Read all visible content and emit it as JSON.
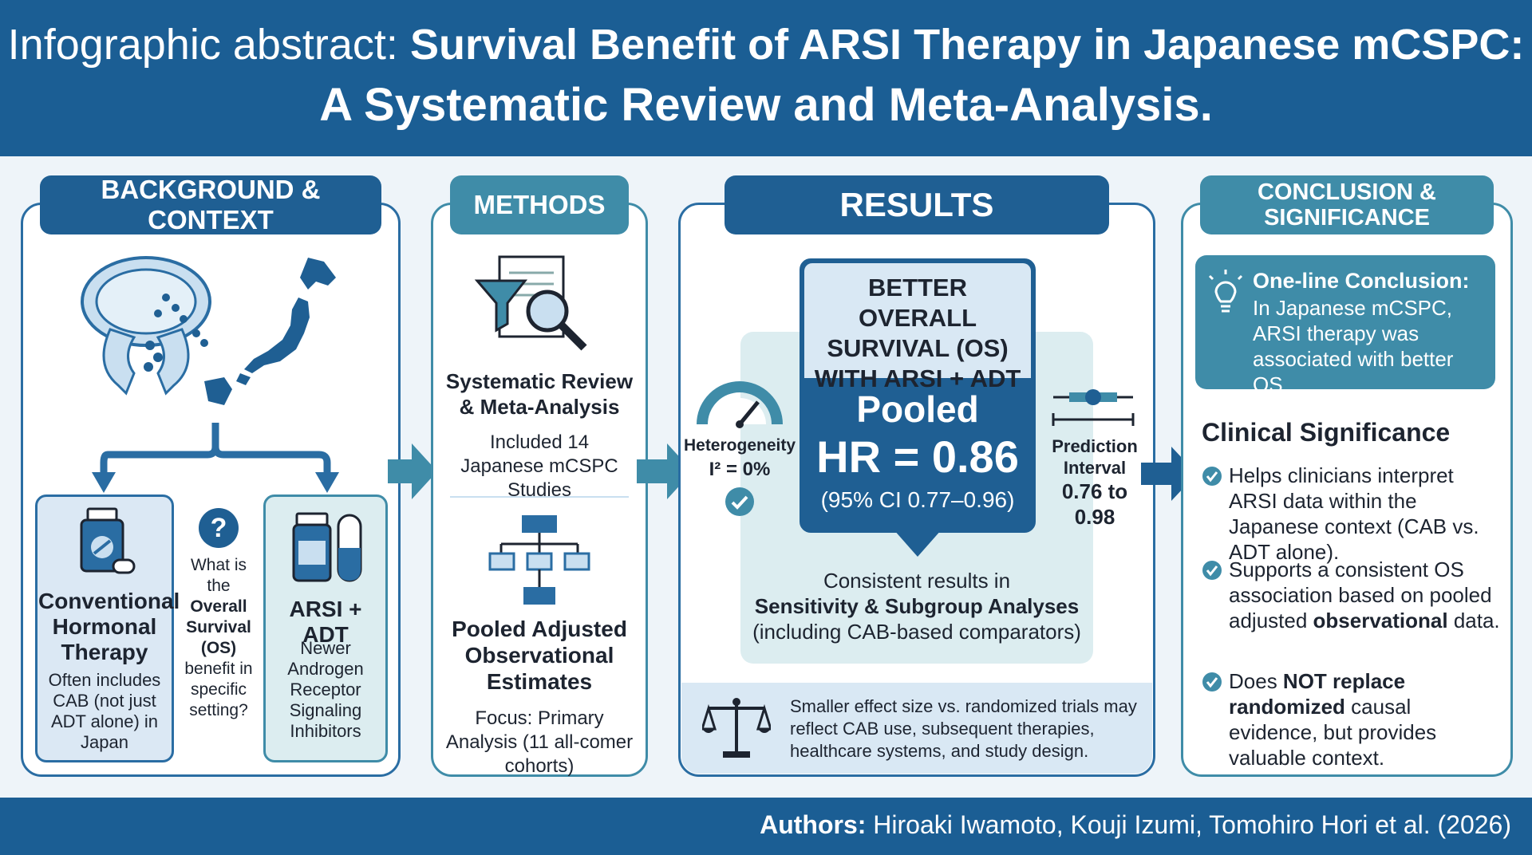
{
  "header": {
    "title_light": "Infographic abstract: ",
    "title_bold": "Survival Benefit of ARSI Therapy in Japanese mCSPC:",
    "title_line2": "A Systematic Review and Meta-Analysis."
  },
  "background": {
    "title": "BACKGROUND & CONTEXT",
    "conventional": {
      "title": "Conventional Hormonal Therapy",
      "desc": "Often includes CAB (not just ADT alone) in Japan"
    },
    "question": {
      "symbol": "?",
      "pre": "What is the",
      "bold": "Overall Survival (OS)",
      "post": "benefit in specific setting?"
    },
    "arsi": {
      "title": "ARSI + ADT",
      "desc": "Newer Androgen Receptor Signaling Inhibitors"
    }
  },
  "methods": {
    "title": "METHODS",
    "review_title": "Systematic Review & Meta-Analysis",
    "review_desc": "Included 14 Japanese mCSPC Studies",
    "pooled_title": "Pooled Adjusted Observational Estimates",
    "pooled_desc": "Focus: Primary Analysis (11 all-comer cohorts)"
  },
  "results": {
    "title": "RESULTS",
    "banner": "BETTER OVERALL SURVIVAL (OS) WITH ARSI + ADT",
    "pooled_label": "Pooled",
    "hr": "HR = 0.86",
    "ci": "(95% CI 0.77–0.96)",
    "heterogeneity_label": "Heterogeneity",
    "heterogeneity_value": "I² = 0%",
    "prediction_label": "Prediction Interval",
    "prediction_value": "0.76 to 0.98",
    "consistent_pre": "Consistent results in",
    "consistent_bold": "Sensitivity & Subgroup Analyses",
    "consistent_post": "(including CAB-based comparators)",
    "note": "Smaller effect size vs. randomized trials may reflect CAB use, subsequent therapies, healthcare systems, and study design."
  },
  "conclusion": {
    "title": "CONCLUSION & SIGNIFICANCE",
    "oneline_title": "One-line Conclusion:",
    "oneline_text": "In Japanese mCSPC, ARSI therapy was associated with better OS.",
    "clinical_title": "Clinical Significance",
    "bullet1": "Helps clinicians interpret ARSI data within the Japanese context (CAB vs. ADT alone).",
    "bullet2_pre": "Supports a consistent OS association based on pooled adjusted ",
    "bullet2_bold": "observational",
    "bullet2_post": " data.",
    "bullet3_pre": "Does ",
    "bullet3_bold1": "NOT replace randomized",
    "bullet3_post": " causal evidence, but provides valuable context."
  },
  "footer": {
    "authors_label": "Authors:",
    "authors": " Hiroaki Iwamoto, Kouji Izumi, Tomohiro Hori et al. (2026)"
  },
  "colors": {
    "dark_blue": "#1b5e94",
    "teal": "#3f8ca8",
    "light_teal": "#dcedf0",
    "light_blue_box": "#d9e8f4"
  }
}
